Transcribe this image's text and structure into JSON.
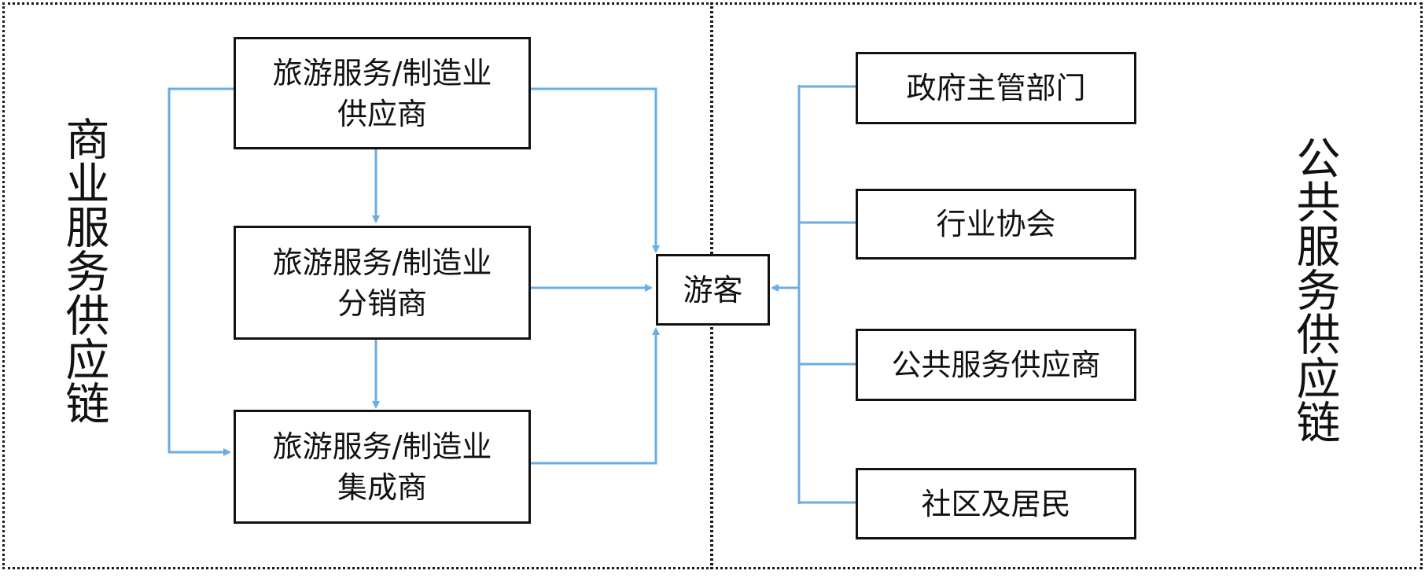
{
  "colors": {
    "connector": "#6aade4",
    "border": "#111111"
  },
  "regions": {
    "commercial_label": "商业服务供应链",
    "public_label": "公共服务供应链"
  },
  "commercial_boxes": [
    {
      "line1": "旅游服务/制造业",
      "line2": "供应商"
    },
    {
      "line1": "旅游服务/制造业",
      "line2": "分销商"
    },
    {
      "line1": "旅游服务/制造业",
      "line2": "集成商"
    }
  ],
  "tourist": "游客",
  "public_boxes": [
    {
      "label": "政府主管部门"
    },
    {
      "label": "行业协会"
    },
    {
      "label": "公共服务供应商"
    },
    {
      "label": "社区及居民"
    }
  ]
}
